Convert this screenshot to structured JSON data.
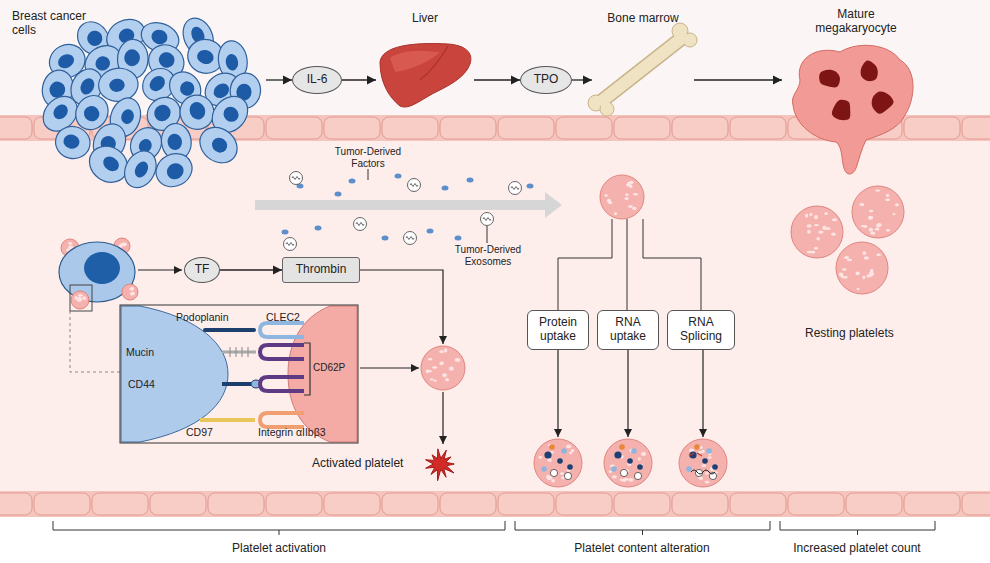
{
  "diagram": {
    "nodes": [
      {
        "text": [
          "Breast cancer cells"
        ]
      },
      {
        "text": [
          "IL-6"
        ]
      },
      {
        "text": [
          "Liver"
        ]
      },
      {
        "text": [
          "TPO"
        ]
      },
      {
        "text": [
          "Bone marrow"
        ]
      },
      {
        "text": [
          "Mature megakaryocyte"
        ]
      },
      {
        "text": [
          "TF"
        ]
      },
      {
        "text": [
          "Thrombin"
        ]
      },
      {
        "text": [
          "Protein uptake"
        ]
      },
      {
        "text": [
          "RNA uptake"
        ]
      },
      {
        "text": [
          "RNA Splicing"
        ]
      }
    ],
    "edges": [
      {
        "from": 0,
        "to": 1,
        "arrow": "to"
      },
      {
        "from": 1,
        "to": 2,
        "arrow": "to"
      },
      {
        "from": 2,
        "to": 3,
        "arrow": "to"
      },
      {
        "from": 3,
        "to": 4,
        "arrow": "to"
      },
      {
        "from": 4,
        "to": 5,
        "arrow": "to"
      },
      {
        "from": 6,
        "to": 7,
        "arrow": "to"
      }
    ],
    "labels": [
      "Tumor-Derived Factors",
      "Tumor-Derived Exosomes",
      "Podoplanin",
      "CLEC2",
      "Mucin",
      "CD44",
      "CD62P",
      "CD97",
      "Integrin αIIbβ3",
      "Activated platelet",
      "Resting platelets",
      "Platelet activation",
      "Platelet content alteration",
      "Increased platelet count"
    ]
  }
}
